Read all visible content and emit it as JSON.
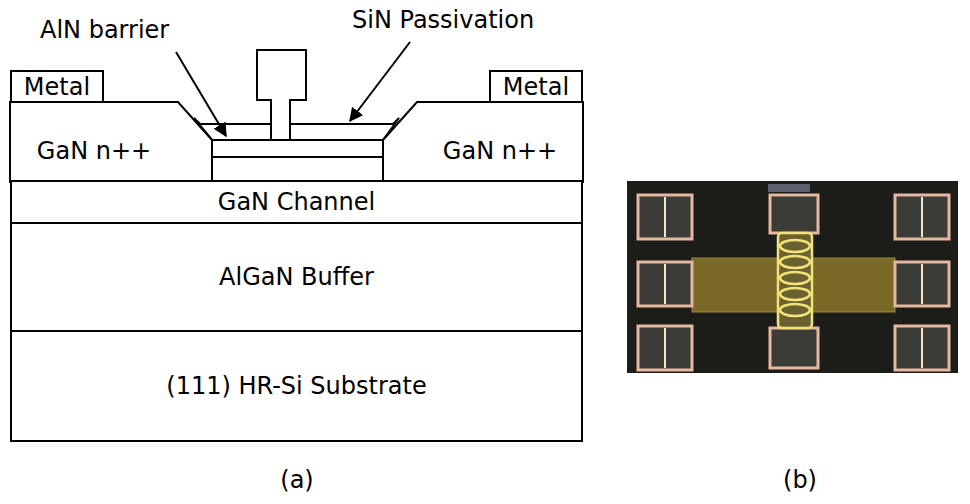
{
  "diagram": {
    "nodes": [
      {
        "text": [
          "Metal"
        ]
      },
      {
        "text": [
          "Metal"
        ]
      },
      {
        "text": [
          "GaN n++"
        ]
      },
      {
        "text": [
          "GaN n++"
        ]
      },
      {
        "text": [
          "GaN Channel"
        ]
      },
      {
        "text": [
          "AlGaN Buffer"
        ]
      },
      {
        "text": [
          "(111) HR-Si Substrate"
        ]
      }
    ],
    "labels": [
      "AlN barrier",
      "SiN Passivation",
      "(a)",
      "(b)"
    ]
  }
}
